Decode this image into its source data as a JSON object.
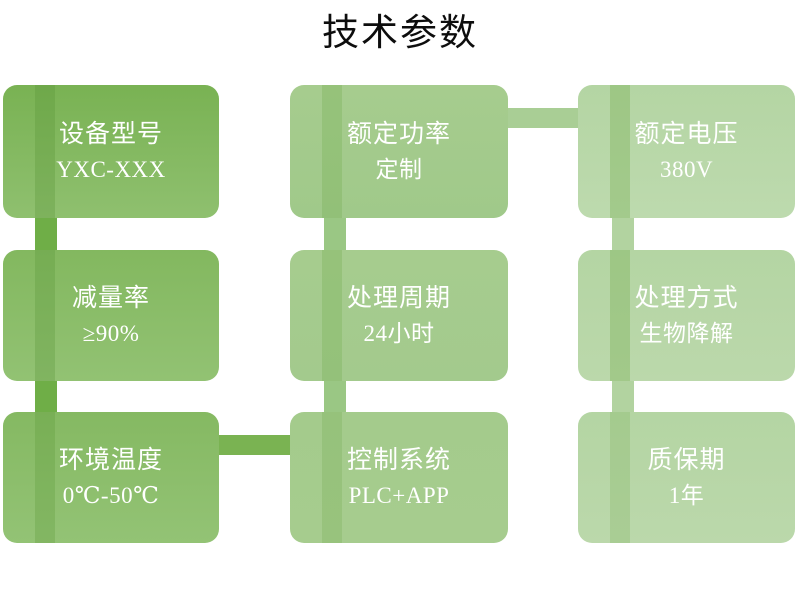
{
  "slide": {
    "title": "技术参数",
    "background": "#FFFFFF",
    "title_color": "#0D0D0D"
  },
  "palette": {
    "col1_top": "#76B04F",
    "col1_bottom": "#8FC06F",
    "col2_top": "#A6CC8E",
    "col2_bottom": "#9FC98B",
    "col3_top": "#B4D5A3",
    "col3_bottom": "#BBD8AB",
    "connector_dark": "#6FAE47",
    "connector_mid": "#8FBF6E",
    "connector_light": "#A9CE95",
    "connector_pale": "#B9D8A9",
    "text": "#FFFFFF"
  },
  "cards": [
    {
      "id": "equipment-model",
      "label": "设备型号",
      "value": "YXC-XXX",
      "col": 1,
      "row": 1
    },
    {
      "id": "rated-power",
      "label": "额定功率",
      "value": "定制",
      "col": 2,
      "row": 1
    },
    {
      "id": "rated-voltage",
      "label": "额定电压",
      "value": "380V",
      "col": 3,
      "row": 1
    },
    {
      "id": "reduction-rate",
      "label": "减量率",
      "value": "≥90%",
      "col": 1,
      "row": 2
    },
    {
      "id": "treatment-cycle",
      "label": "处理周期",
      "value": "24小时",
      "col": 2,
      "row": 2
    },
    {
      "id": "treatment-method",
      "label": "处理方式",
      "value": "生物降解",
      "col": 3,
      "row": 2
    },
    {
      "id": "ambient-temperature",
      "label": "环境温度",
      "value": "0℃-50℃",
      "col": 1,
      "row": 3
    },
    {
      "id": "control-system",
      "label": "控制系统",
      "value": "PLC+APP",
      "col": 2,
      "row": 3
    },
    {
      "id": "warranty-period",
      "label": "质保期",
      "value": "1年",
      "col": 3,
      "row": 3
    }
  ]
}
